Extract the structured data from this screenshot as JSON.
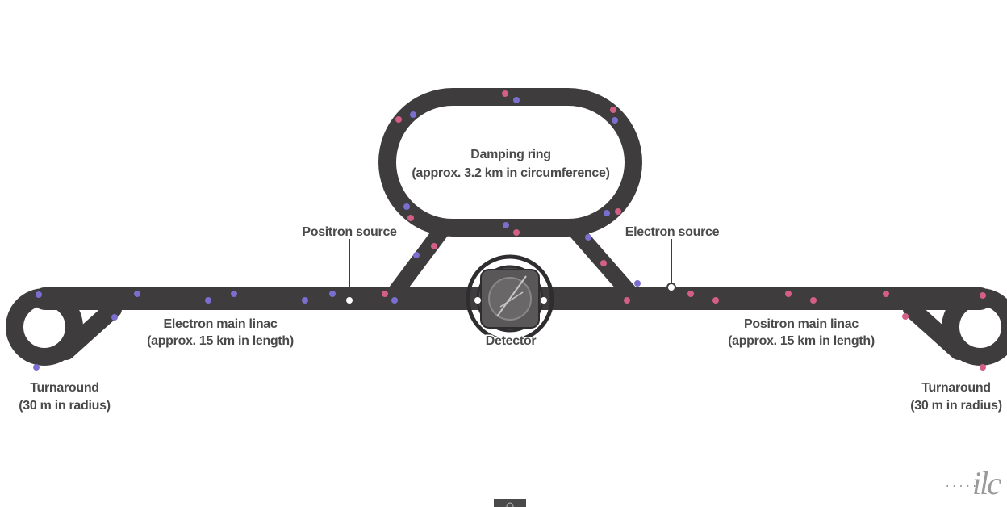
{
  "labels": {
    "damping_ring_line1": "Damping ring",
    "damping_ring_line2": "(approx. 3.2 km in circumference)",
    "positron_source": "Positron source",
    "electron_source": "Electron source",
    "electron_linac_line1": "Electron main linac",
    "electron_linac_line2": "(approx. 15 km in length)",
    "positron_linac_line1": "Positron main linac",
    "positron_linac_line2": "(approx. 15 km in length)",
    "detector": "Detector",
    "turnaround_left_line1": "Turnaround",
    "turnaround_left_line2": "(30 m in radius)",
    "turnaround_right_line1": "Turnaround",
    "turnaround_right_line2": "(30 m in radius)"
  },
  "logo": {
    "text": "ilc",
    "dots": "....."
  },
  "colors": {
    "track": "#3f3c3e",
    "electron": "#7a6fcf",
    "positron": "#d45f86",
    "label": "#4a4a4a",
    "logo": "#9a9a9a"
  },
  "icons": [
    "detector-icon",
    "source-marker-icon",
    "ilc-logo-icon"
  ]
}
